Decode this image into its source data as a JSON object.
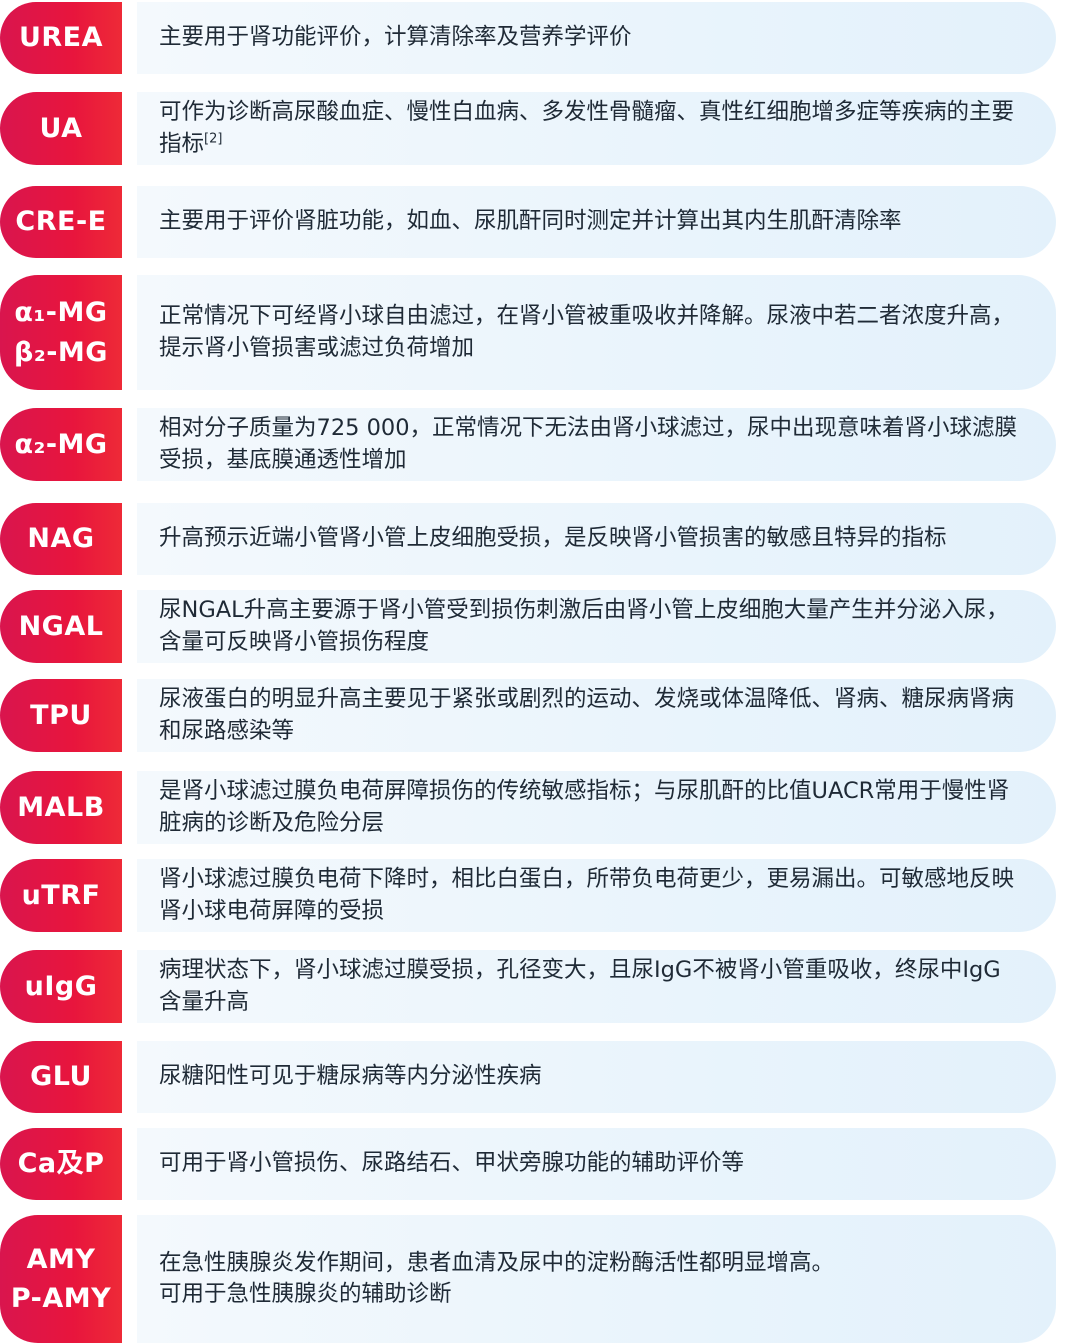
{
  "items": [
    {
      "tag": "UREA",
      "desc": "主要用于肾功能评价，计算清除率及营养学评价"
    },
    {
      "tag": "UA",
      "desc": "可作为诊断高尿酸血症、慢性白血病、多发性骨髓瘤、真性红细胞增多症等疾病的主要指标",
      "sup": "[2]"
    },
    {
      "tag": "CRE-E",
      "desc": "主要用于评价肾脏功能，如血、尿肌酐同时测定并计算出其内生肌酐清除率"
    },
    {
      "tag": "α₁-MG\nβ₂-MG",
      "desc": "正常情况下可经肾小球自由滤过，在肾小管被重吸收并降解。尿液中若二者浓度升高，提示肾小管损害或滤过负荷增加"
    },
    {
      "tag": "α₂-MG",
      "desc": "相对分子质量为725 000，正常情况下无法由肾小球滤过，尿中出现意味着肾小球滤膜受损，基底膜通透性增加"
    },
    {
      "tag": "NAG",
      "desc": "升高预示近端小管肾小管上皮细胞受损，是反映肾小管损害的敏感且特异的指标"
    },
    {
      "tag": "NGAL",
      "desc": "尿NGAL升高主要源于肾小管受到损伤刺激后由肾小管上皮细胞大量产生并分泌入尿，含量可反映肾小管损伤程度"
    },
    {
      "tag": "TPU",
      "desc": "尿液蛋白的明显升高主要见于紧张或剧烈的运动、发烧或体温降低、肾病、糖尿病肾病和尿路感染等"
    },
    {
      "tag": "MALB",
      "desc": "是肾小球滤过膜负电荷屏障损伤的传统敏感指标；与尿肌酐的比值UACR常用于慢性肾脏病的诊断及危险分层"
    },
    {
      "tag": "uTRF",
      "desc": "肾小球滤过膜负电荷下降时，相比白蛋白，所带负电荷更少，更易漏出。可敏感地反映肾小球电荷屏障的受损"
    },
    {
      "tag": "uIgG",
      "desc": "病理状态下，肾小球滤过膜受损，孔径变大，且尿IgG不被肾小管重吸收，终尿中IgG含量升高"
    },
    {
      "tag": "GLU",
      "desc": "尿糖阳性可见于糖尿病等内分泌性疾病"
    },
    {
      "tag": "Ca及P",
      "desc": "可用于肾小管损伤、尿路结石、甲状旁腺功能的辅助评价等"
    },
    {
      "tag": "AMY\nP-AMY",
      "desc": "在急性胰腺炎发作期间，患者血清及尿中的淀粉酶活性都明显增高。\n可用于急性胰腺炎的辅助诊断"
    }
  ]
}
